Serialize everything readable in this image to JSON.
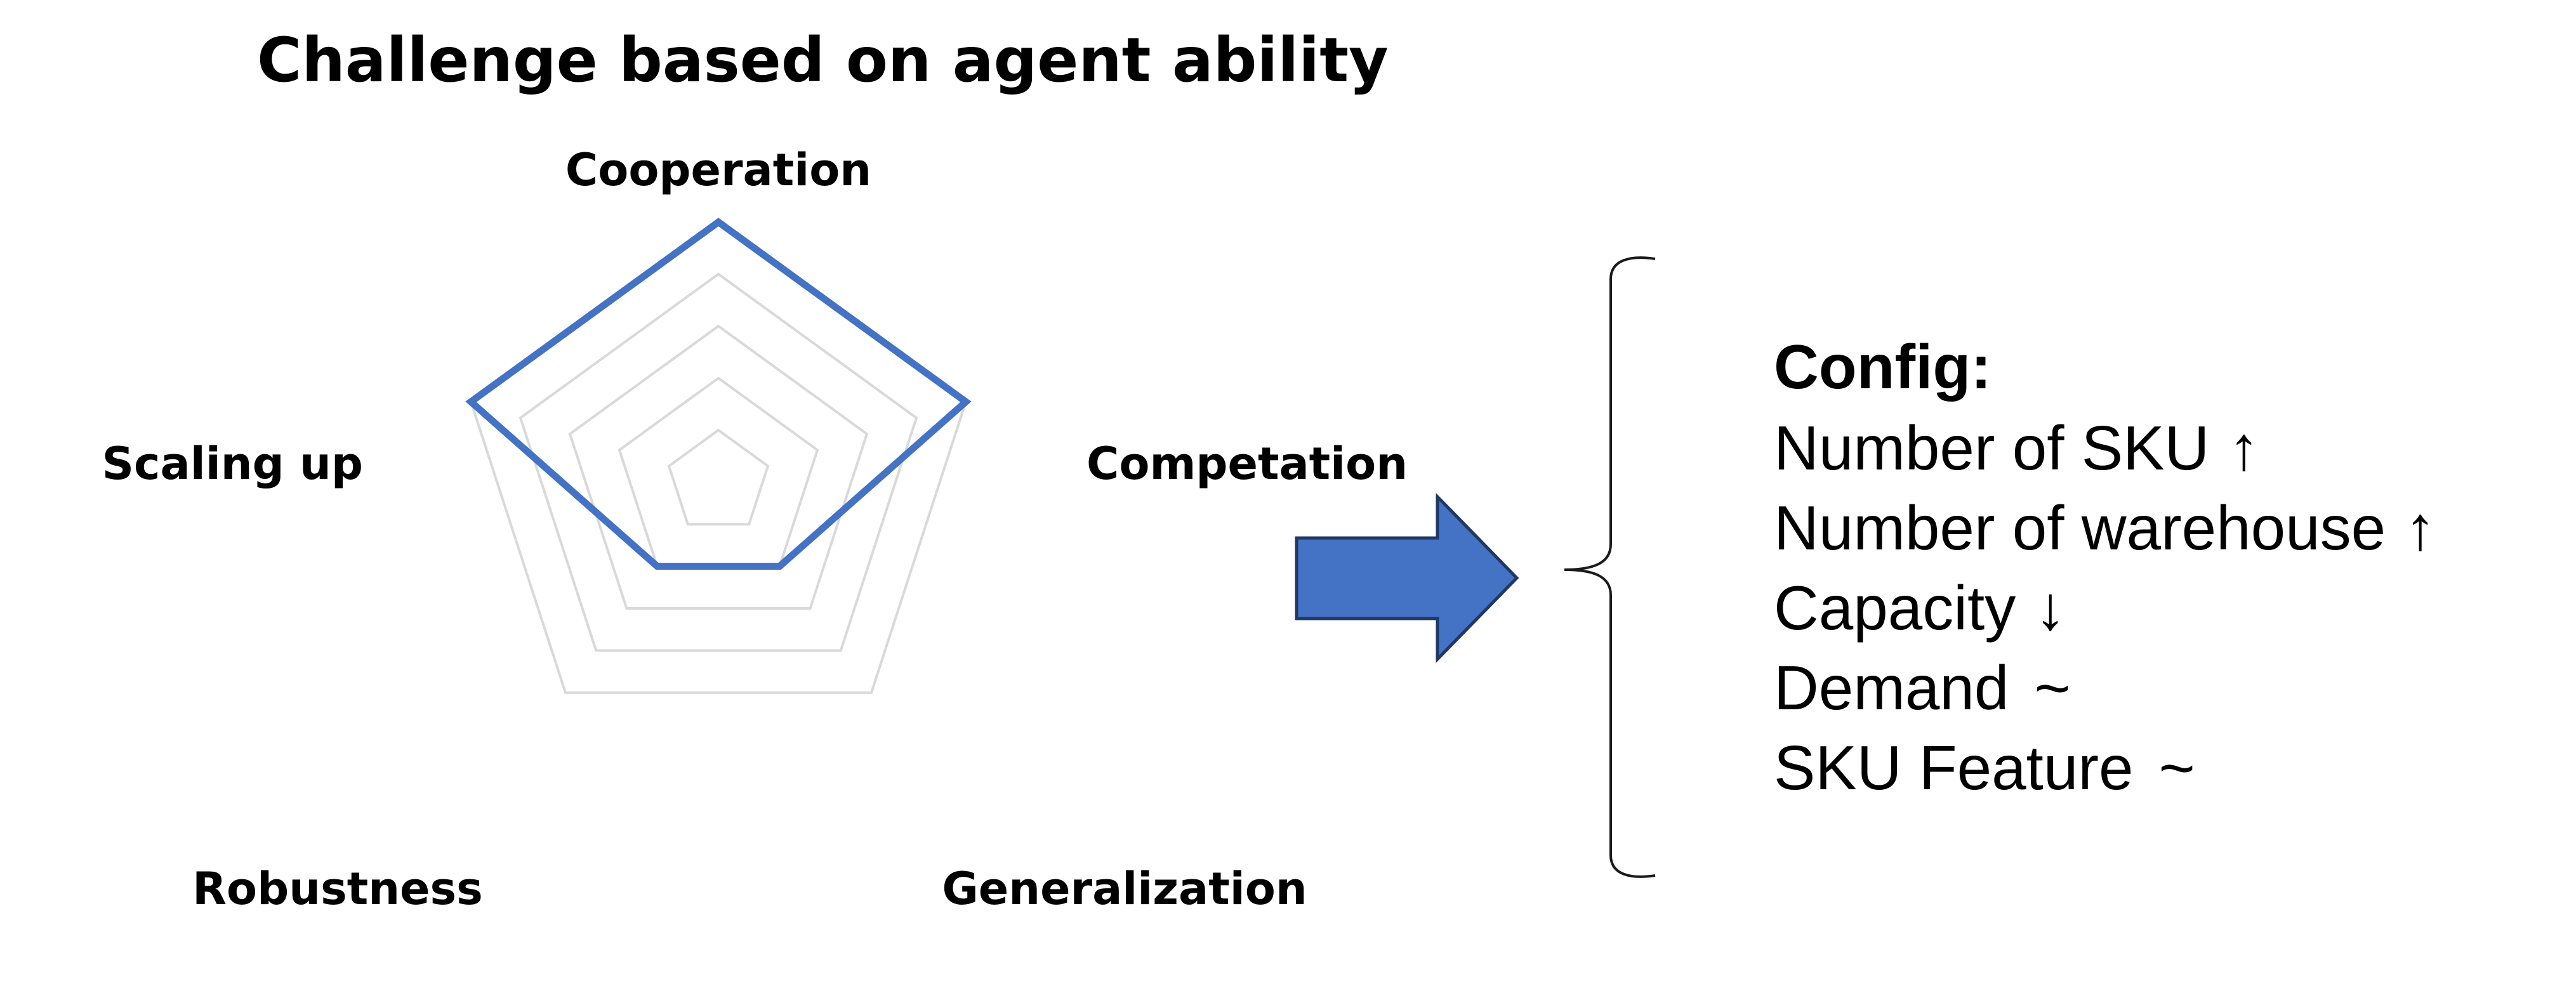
{
  "title": "Challenge based on agent ability",
  "chart_data": {
    "type": "radar",
    "title": "Challenge based on agent ability",
    "axes": [
      "Cooperation",
      "Competation",
      "Generalization",
      "Robustness",
      "Scaling up"
    ],
    "values": [
      5,
      5,
      2,
      2,
      5
    ],
    "range": [
      0,
      5
    ],
    "grid_levels": 5,
    "grid": true,
    "series_color": "#4472c4",
    "grid_color": "#d9d9d9"
  },
  "arrow": {
    "fill_color": "#4472c4",
    "stroke_color": "#1f3864"
  },
  "config": {
    "heading": "Config:",
    "items": [
      {
        "text": "Number of SKU",
        "indicator": "up",
        "symbol": "↑"
      },
      {
        "text": "Number of warehouse",
        "indicator": "up",
        "symbol": "↑"
      },
      {
        "text": "Capacity",
        "indicator": "down",
        "symbol": "↓"
      },
      {
        "text": "Demand",
        "indicator": "tilde",
        "symbol": "~"
      },
      {
        "text": "SKU Feature",
        "indicator": "tilde",
        "symbol": "~"
      }
    ]
  }
}
